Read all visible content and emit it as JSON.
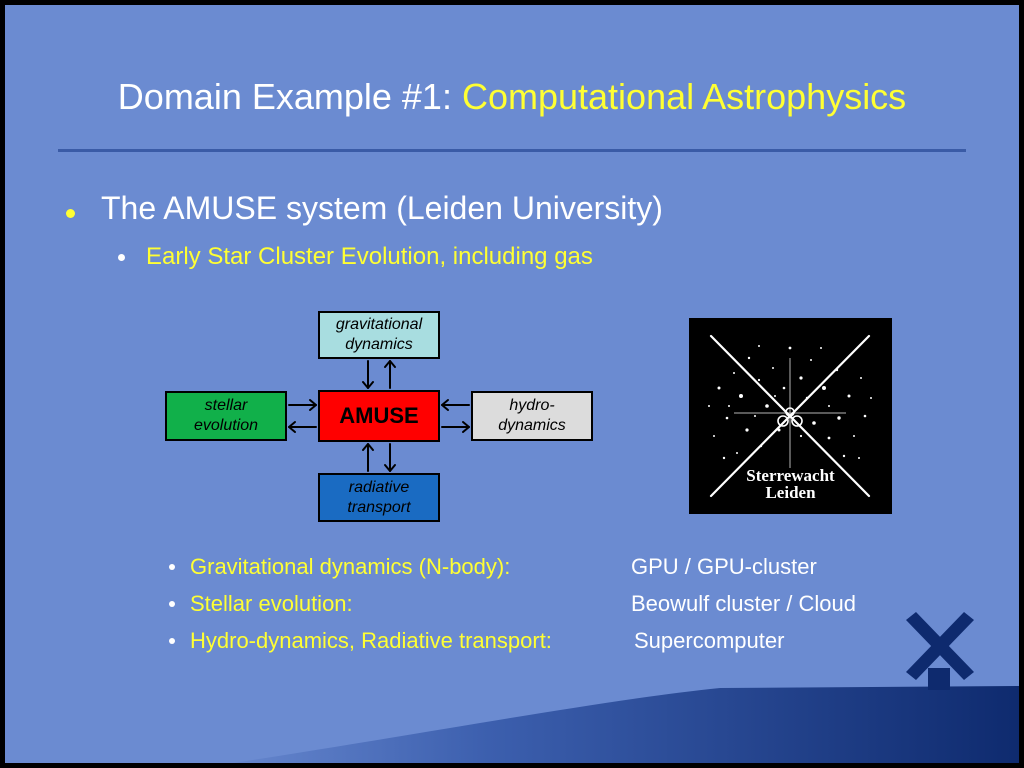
{
  "slide": {
    "title_prefix": "Domain Example #1: ",
    "title_accent": "Computational Astrophysics",
    "bullet_main": "The AMUSE system (Leiden University)",
    "bullet_sub": "Early Star Cluster Evolution, including gas",
    "diagram": {
      "center": "AMUSE",
      "top_line1": "gravitational",
      "top_line2": "dynamics",
      "left_line1": "stellar",
      "left_line2": "evolution",
      "right_line1": "hydro-",
      "right_line2": "dynamics",
      "bottom_line1": "radiative",
      "bottom_line2": "transport"
    },
    "logo": {
      "line1": "Sterrewacht",
      "line2": "Leiden",
      "icon": "starfield-cross-icon"
    },
    "mapping": [
      {
        "label": "Gravitational dynamics (N-body):",
        "value": "GPU / GPU-cluster"
      },
      {
        "label": "Stellar evolution:",
        "value": "Beowulf cluster / Cloud"
      },
      {
        "label": "Hydro-dynamics, Radiative transport:",
        "value": "Supercomputer"
      }
    ],
    "corner_icon": "windmill-icon"
  },
  "colors": {
    "background": "#6b8bd1",
    "accent_text": "#ffff33",
    "top_box": "#a8dde0",
    "left_box": "#11b04a",
    "right_box": "#dcdcdc",
    "bottom_box": "#1a6bc2",
    "center_box": "#ff0000",
    "dark_blue": "#0e2a6e"
  }
}
